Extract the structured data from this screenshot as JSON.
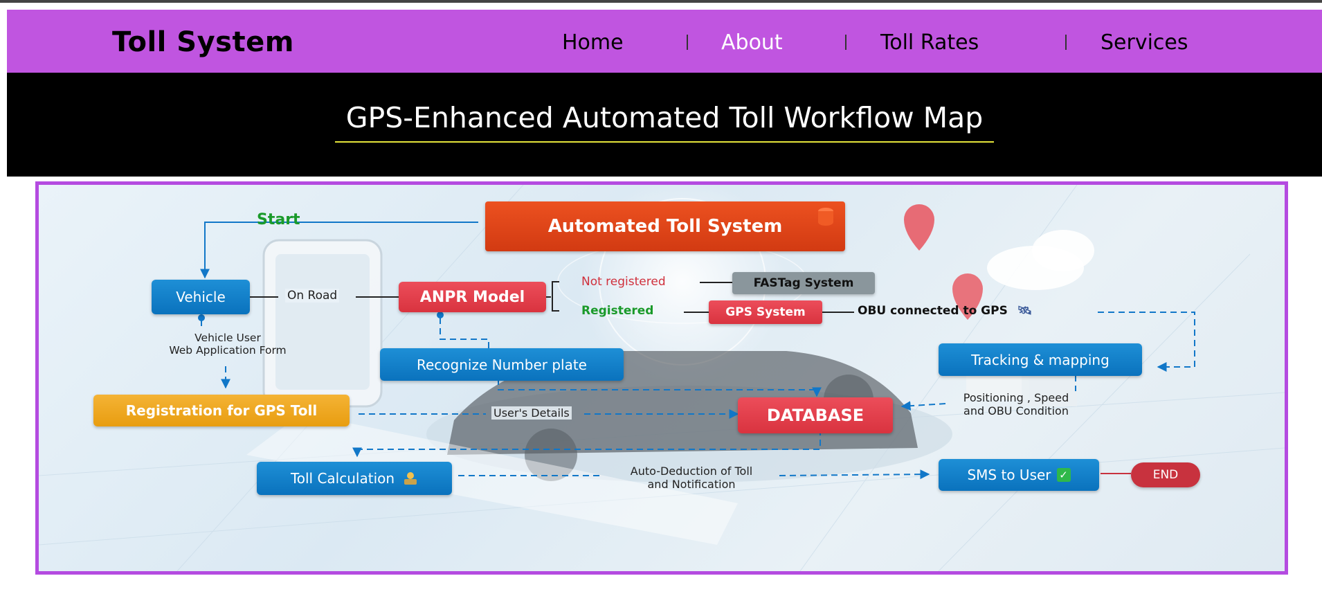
{
  "brand": "Toll System",
  "nav": {
    "home": "Home",
    "about": "About",
    "toll_rates": "Toll Rates",
    "services": "Services"
  },
  "hero": {
    "title": "GPS-Enhanced Automated Toll Workflow Map"
  },
  "diagram": {
    "nodes": {
      "automated_toll_system": "Automated Toll System",
      "start": "Start",
      "vehicle": "Vehicle",
      "on_road": "On Road",
      "anpr_model": "ANPR Model",
      "not_registered": "Not registered",
      "registered": "Registered",
      "fastag_system": "FASTag System",
      "gps_system": "GPS System",
      "obu_connected": "OBU connected to GPS",
      "vehicle_user_form_line1": "Vehicle User",
      "vehicle_user_form_line2": "Web Application Form",
      "recognize_number_plate": "Recognize Number plate",
      "tracking_mapping": "Tracking & mapping",
      "registration_gps_toll": "Registration for GPS Toll",
      "users_details": "User's Details",
      "database": "DATABASE",
      "positioning_line1": "Positioning , Speed",
      "positioning_line2": "and OBU Condition",
      "toll_calculation": "Toll Calculation",
      "auto_deduction_line1": "Auto-Deduction of Toll",
      "auto_deduction_line2": "and Notification",
      "sms_to_user": "SMS to User",
      "end": "END"
    },
    "icons": [
      "satellite-icon",
      "cashier-icon",
      "checkmark-icon",
      "stack-icon"
    ],
    "colors": {
      "start_green": "#1a9a2a",
      "not_registered_red": "#d0303c",
      "registered_green": "#1a9a2a",
      "flow_blue": "#1177c8",
      "end_red": "#c8323e"
    }
  }
}
